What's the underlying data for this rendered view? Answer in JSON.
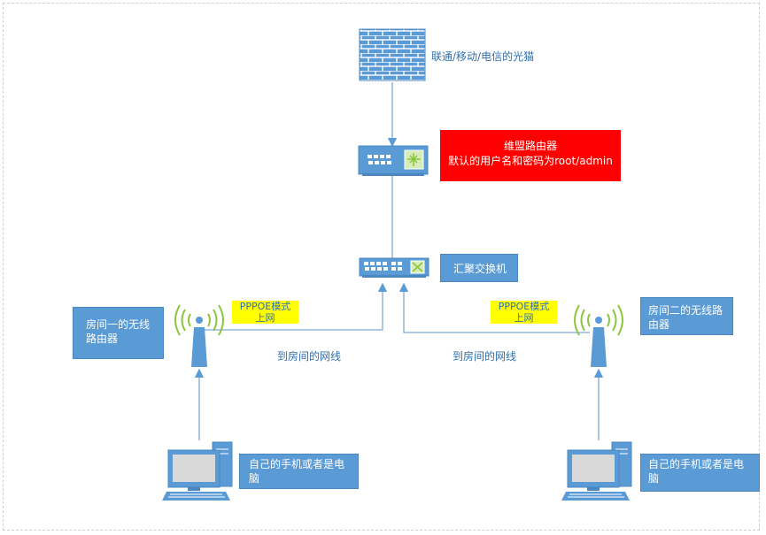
{
  "modem": {
    "label": "联通/移动/电信的光猫"
  },
  "main_router": {
    "line1": "维盟路由器",
    "line2": "默认的用户名和密码为root/admin"
  },
  "switch": {
    "label": "汇聚交换机"
  },
  "room1": {
    "router_label": "房间一的无线路由器",
    "pppoe_line1": "PPPOE模式",
    "pppoe_line2": "上网",
    "cable_label": "到房间的网线",
    "device_label": "自己的手机或者是电脑"
  },
  "room2": {
    "router_label": "房间二的无线路由器",
    "pppoe_line1": "PPPOE模式",
    "pppoe_line2": "上网",
    "cable_label": "到房间的网线",
    "device_label": "自己的手机或者是电脑"
  },
  "colors": {
    "accent": "#5b9bd5",
    "line": "#7fa9d6",
    "highlight": "#ff0000",
    "note": "#ffff00",
    "signal": "#8cc63f"
  },
  "icons": [
    "firewall-icon",
    "router-icon",
    "switch-icon",
    "wireless-ap-icon",
    "computer-icon"
  ]
}
